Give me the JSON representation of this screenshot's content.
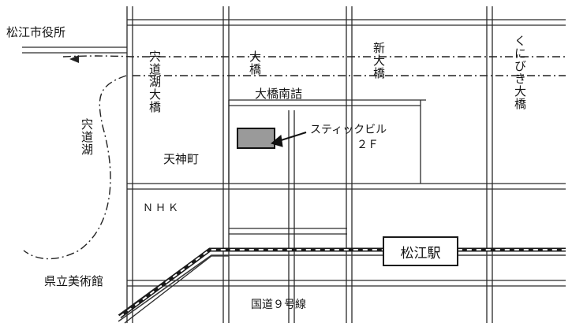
{
  "labels": {
    "city_hall": "松江市役所",
    "shinjiko_ohashi": "宍道湖大橋",
    "ohashi": "大橋",
    "shin_ohashi": "新大橋",
    "kunibiki_ohashi": "くにびき大橋",
    "ohashi_minamizume": "大橋南詰",
    "building_name": "スティックビル",
    "building_floor": "２Ｆ",
    "lake_shinjiko": "宍道湖",
    "tenjinmachi": "天神町",
    "nhk": "ＮＨＫ",
    "matsue_station": "松江駅",
    "art_museum": "県立美術館",
    "route9": "国道９号線"
  },
  "colors": {
    "ink": "#1a1a1a",
    "building_fill": "#9a9a9a",
    "background": "#ffffff"
  }
}
